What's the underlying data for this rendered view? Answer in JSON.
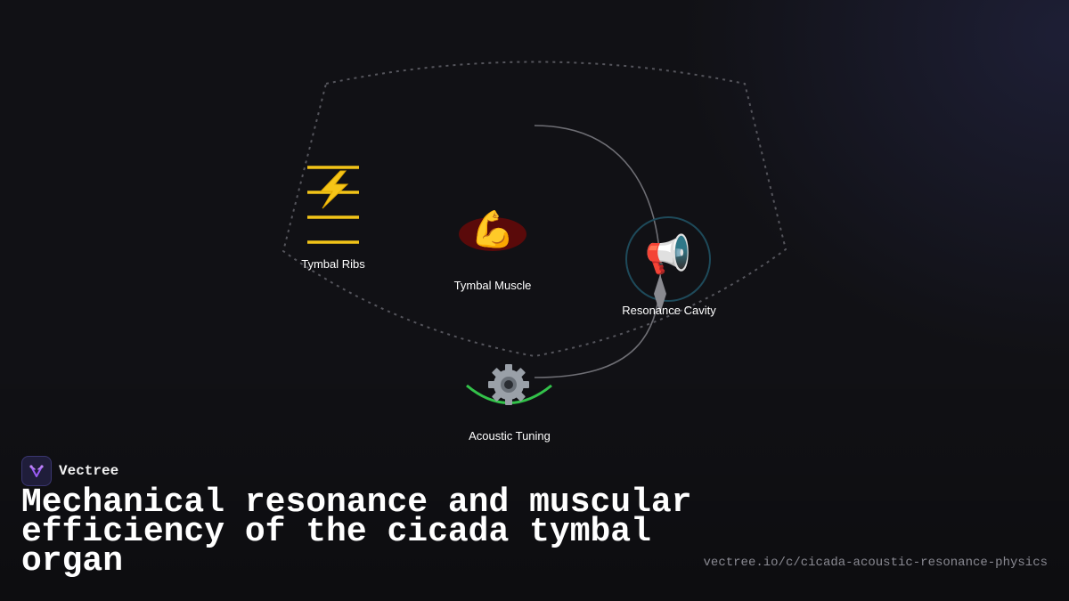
{
  "diagram": {
    "nodes": {
      "tymbal_ribs": {
        "label": "Tymbal Ribs",
        "icon": "lightning-icon"
      },
      "tymbal_muscle": {
        "label": "Tymbal Muscle",
        "icon": "flexed-biceps-icon"
      },
      "resonance_cavity": {
        "label": "Resonance Cavity",
        "icon": "megaphone-icon"
      },
      "acoustic_tuning": {
        "label": "Acoustic Tuning",
        "icon": "gear-icon"
      }
    },
    "colors": {
      "ribs": "#f2c418",
      "muscle_disc": "#5a0a0a",
      "cavity_ring": "#1e4a5a",
      "tuning_arc": "#33c24a",
      "connector": "#6e6e74",
      "boundary": "#55555c"
    }
  },
  "brand": {
    "name": "Vectree",
    "logo": "vectree-logo-icon"
  },
  "title": "Mechanical resonance and muscular efficiency of the cicada tymbal organ",
  "url": "vectree.io/c/cicada-acoustic-resonance-physics"
}
